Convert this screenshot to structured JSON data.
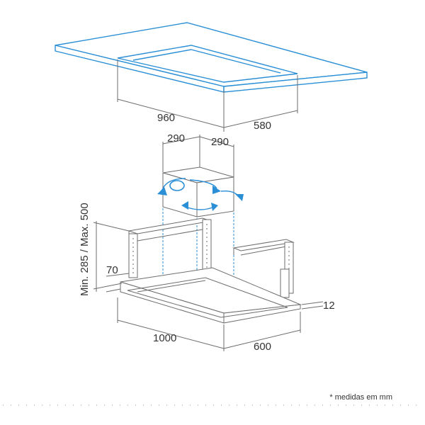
{
  "ceiling_dimensions": {
    "length": "960",
    "width": "580"
  },
  "chimney_dimensions": {
    "width_a": "290",
    "width_b": "290"
  },
  "height_range": "Min. 285 / Max. 500",
  "frame_height": "70",
  "panel_thickness": "12",
  "hood_dimensions": {
    "length": "1000",
    "width": "600"
  },
  "note": "* medidas em mm",
  "colors": {
    "accent": "#2b8fd6",
    "lines": "#6d6d6d"
  },
  "icons": [
    "rotation-arrows-icon"
  ]
}
